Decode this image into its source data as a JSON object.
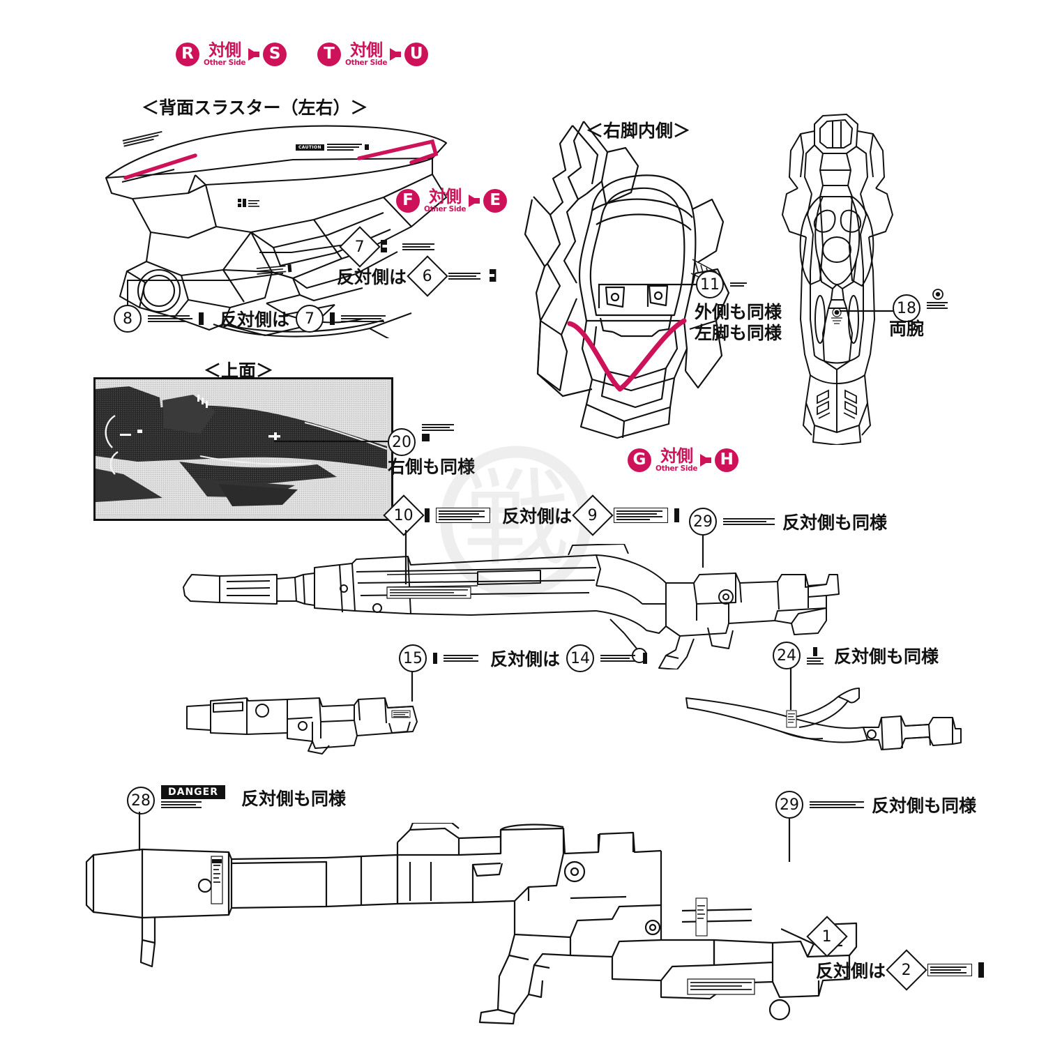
{
  "page": {
    "accent_pink": "#CE1259",
    "ink": "#111111",
    "background": "#FFFFFF"
  },
  "other_side_markers": [
    {
      "id": "rs",
      "from": "R",
      "to": "S",
      "jp": "対側",
      "en": "Other Side"
    },
    {
      "id": "tu",
      "from": "T",
      "to": "U",
      "jp": "対側",
      "en": "Other Side"
    },
    {
      "id": "fe",
      "from": "F",
      "to": "E",
      "jp": "対側",
      "en": "Other Side"
    },
    {
      "id": "gh",
      "from": "G",
      "to": "H",
      "jp": "対側",
      "en": "Other Side"
    }
  ],
  "sections": {
    "rear_thruster": {
      "title": "＜背面スラスター（左右）＞"
    },
    "top_view": {
      "title": "＜上面＞"
    },
    "right_leg": {
      "title": "＜右脚内側＞"
    }
  },
  "callouts": {
    "c7": {
      "number": "7",
      "shape": "diamond"
    },
    "c6": {
      "number": "6",
      "shape": "diamond",
      "prefix": "反対側は"
    },
    "c8": {
      "number": "8",
      "shape": "circle"
    },
    "c7b": {
      "number": "7",
      "shape": "circle",
      "prefix": "反対側は"
    },
    "c20": {
      "number": "20",
      "shape": "circle",
      "note": "右側も同様"
    },
    "c11": {
      "number": "11",
      "shape": "circle",
      "note_line1": "外側も同様",
      "note_line2": "左脚も同様"
    },
    "c18": {
      "number": "18",
      "shape": "circle",
      "note": "両腕"
    },
    "c10": {
      "number": "10",
      "shape": "diamond"
    },
    "c9": {
      "number": "9",
      "shape": "diamond",
      "prefix": "反対側は"
    },
    "c29a": {
      "number": "29",
      "shape": "circle",
      "note": "反対側も同様"
    },
    "c15": {
      "number": "15",
      "shape": "circle"
    },
    "c14": {
      "number": "14",
      "shape": "circle",
      "prefix": "反対側は"
    },
    "c24": {
      "number": "24",
      "shape": "circle",
      "note": "反対側も同様"
    },
    "c28": {
      "number": "28",
      "shape": "circle",
      "note": "反対側も同様",
      "label": "DANGER"
    },
    "c29b": {
      "number": "29",
      "shape": "circle",
      "note": "反対側も同様"
    },
    "c1": {
      "number": "1",
      "shape": "diamond"
    },
    "c2": {
      "number": "2",
      "shape": "diamond",
      "prefix": "反対側は"
    }
  },
  "watermark": {
    "glyph": "戦"
  },
  "decal_text": {
    "caution": "CAUTION"
  }
}
